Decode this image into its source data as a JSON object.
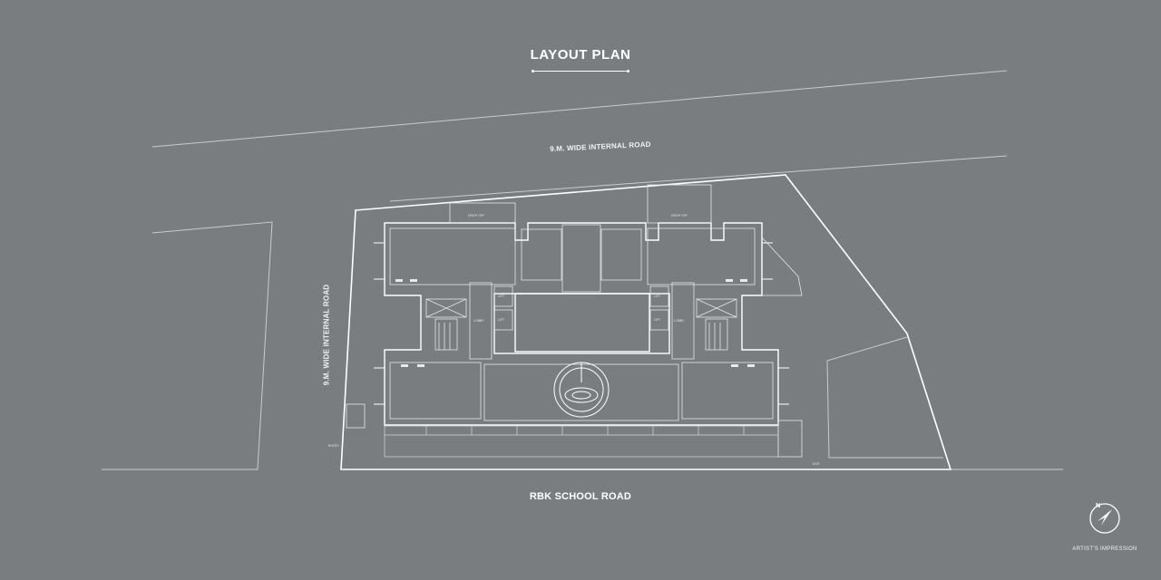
{
  "title": "LAYOUT PLAN",
  "roads": {
    "top": "9.M. WIDE INTERNAL ROAD",
    "left": "9.M. WIDE INTERNAL ROAD",
    "bottom": "RBK SCHOOL ROAD"
  },
  "labels": {
    "drop_off_left": "DROP OFF",
    "drop_off_right": "DROP OFF",
    "lift": "LIFT",
    "lobby": "LOBBY",
    "entry": "ENTRY",
    "exit": "EXIT"
  },
  "compass": {
    "north": "N",
    "icon": "compass-north-arrow-icon"
  },
  "disclaimer": "ARTIST'S IMPRESSION",
  "colors": {
    "background": "#7a7d80",
    "lines": "#ffffff"
  }
}
